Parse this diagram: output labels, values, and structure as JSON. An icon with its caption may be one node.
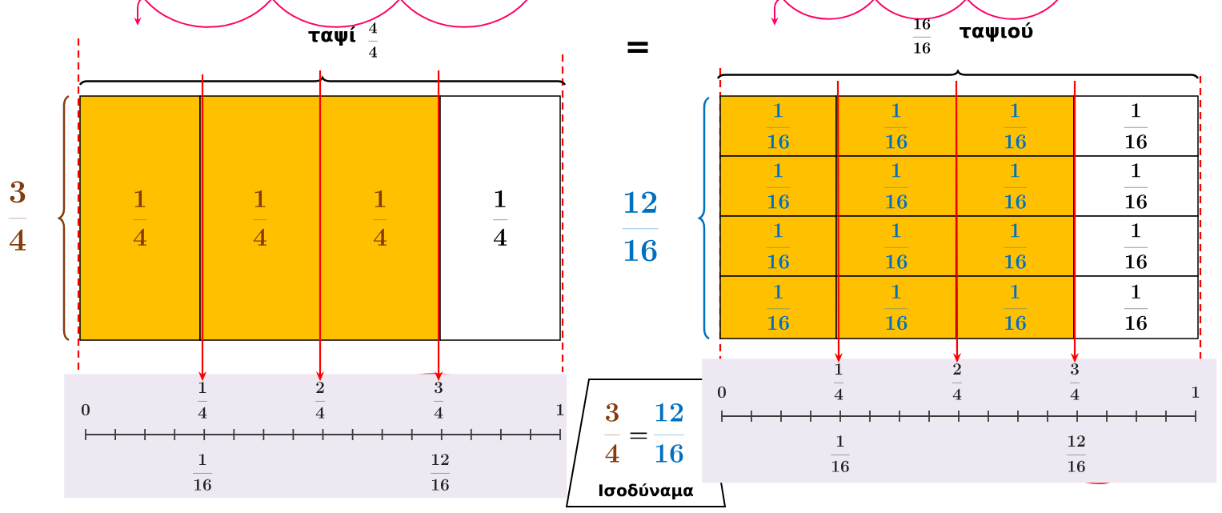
{
  "diagram": {
    "nodes": [
      {
        "text": [
          "\\frac{1}{4}"
        ]
      },
      {
        "text": [
          "\\frac{1}{4}"
        ]
      },
      {
        "text": [
          "\\frac{1}{4}"
        ]
      },
      {
        "text": [
          "\\frac{1}{4}"
        ]
      },
      {
        "text": [
          "\\frac{1}{16}"
        ]
      },
      {
        "text": [
          "\\frac{1}{16}"
        ]
      },
      {
        "text": [
          "\\frac{1}{16}"
        ]
      },
      {
        "text": [
          "\\frac{1}{16}"
        ]
      },
      {
        "text": [
          "\\frac{1}{16}"
        ]
      },
      {
        "text": [
          "\\frac{1}{16}"
        ]
      },
      {
        "text": [
          "\\frac{1}{16}"
        ]
      },
      {
        "text": [
          "\\frac{1}{16}"
        ]
      },
      {
        "text": [
          "\\frac{1}{16}"
        ]
      },
      {
        "text": [
          "\\frac{1}{16}"
        ]
      },
      {
        "text": [
          "\\frac{1}{16}"
        ]
      },
      {
        "text": [
          "\\frac{1}{16}"
        ]
      },
      {
        "text": [
          "\\frac{1}{16}"
        ]
      },
      {
        "text": [
          "\\frac{1}{16}"
        ]
      },
      {
        "text": [
          "\\frac{1}{16}"
        ]
      },
      {
        "text": [
          "\\frac{1}{16}"
        ]
      },
      {
        "text": [
          "\\frac{3}{4}",
          "=",
          "\\frac{12}{16}",
          "Ισοδύναμα"
        ]
      },
      {
        "text": [],
        "shape": "box"
      },
      {
        "text": [
          "0"
        ],
        "in": 21
      },
      {
        "text": [
          "\\frac{1}{4}"
        ],
        "in": 21
      },
      {
        "text": [
          "\\frac{2}{4}"
        ],
        "in": 21
      },
      {
        "text": [
          "\\frac{3}{4}"
        ],
        "in": 21
      },
      {
        "text": [
          "1"
        ],
        "in": 21
      },
      {
        "text": [
          "\\frac{1}{16}"
        ],
        "in": 21
      },
      {
        "text": [
          "\\frac{12}{16}"
        ],
        "in": 21
      },
      {
        "text": [],
        "shape": "box"
      },
      {
        "text": [
          "0"
        ],
        "in": 29
      },
      {
        "text": [
          "\\frac{1}{4}"
        ],
        "in": 29
      },
      {
        "text": [
          "\\frac{2}{4}"
        ],
        "in": 29
      },
      {
        "text": [
          "\\frac{3}{4}"
        ],
        "in": 29
      },
      {
        "text": [
          "1"
        ],
        "in": 29
      },
      {
        "text": [
          "\\frac{1}{16}"
        ],
        "in": 29
      },
      {
        "text": [
          "\\frac{12}{16}"
        ],
        "in": 29
      }
    ],
    "edges": [
      {
        "from": null,
        "to": 23,
        "arrow": "to"
      },
      {
        "from": null,
        "to": 24,
        "arrow": "to"
      },
      {
        "from": null,
        "to": 25,
        "arrow": "to"
      },
      {
        "from": null,
        "to": 31,
        "arrow": "to"
      },
      {
        "from": null,
        "to": 32,
        "arrow": "to"
      },
      {
        "from": null,
        "to": 33,
        "arrow": "to"
      }
    ],
    "labels": [
      "ταψί",
      "\\frac{4}{4}",
      "=",
      "\\frac{16}{16}",
      "ταψιού",
      "\\frac{3}{4}",
      "\\frac{12}{16}"
    ]
  }
}
